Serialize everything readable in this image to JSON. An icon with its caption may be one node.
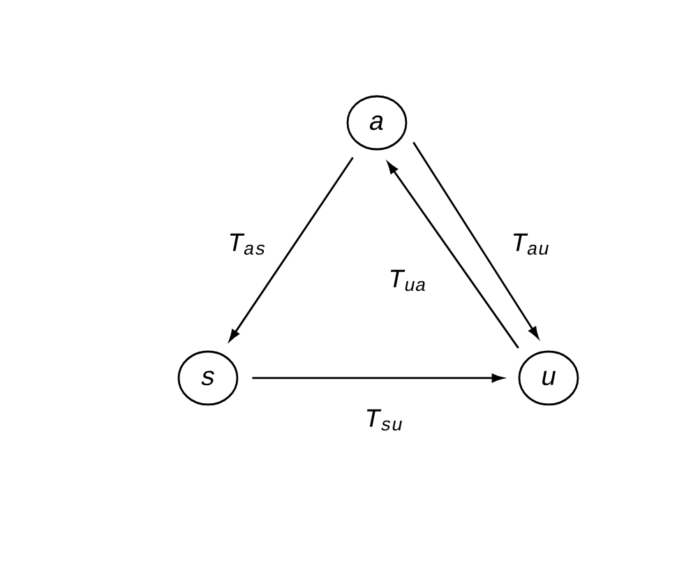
{
  "diagram": {
    "nodes": [
      {
        "text": [
          "a"
        ]
      },
      {
        "text": [
          "s"
        ]
      },
      {
        "text": [
          "u"
        ]
      }
    ],
    "edges": [
      {
        "from": 0,
        "to": 1,
        "arrow": "to",
        "label": "T$_{as}$"
      },
      {
        "from": 0,
        "to": 2,
        "arrow": "to",
        "label": "T$_{au}$"
      },
      {
        "from": 2,
        "to": 0,
        "arrow": "to",
        "label": "T$_{ua}$"
      },
      {
        "from": 1,
        "to": 2,
        "arrow": "to",
        "label": "T$_{su}$"
      }
    ]
  }
}
